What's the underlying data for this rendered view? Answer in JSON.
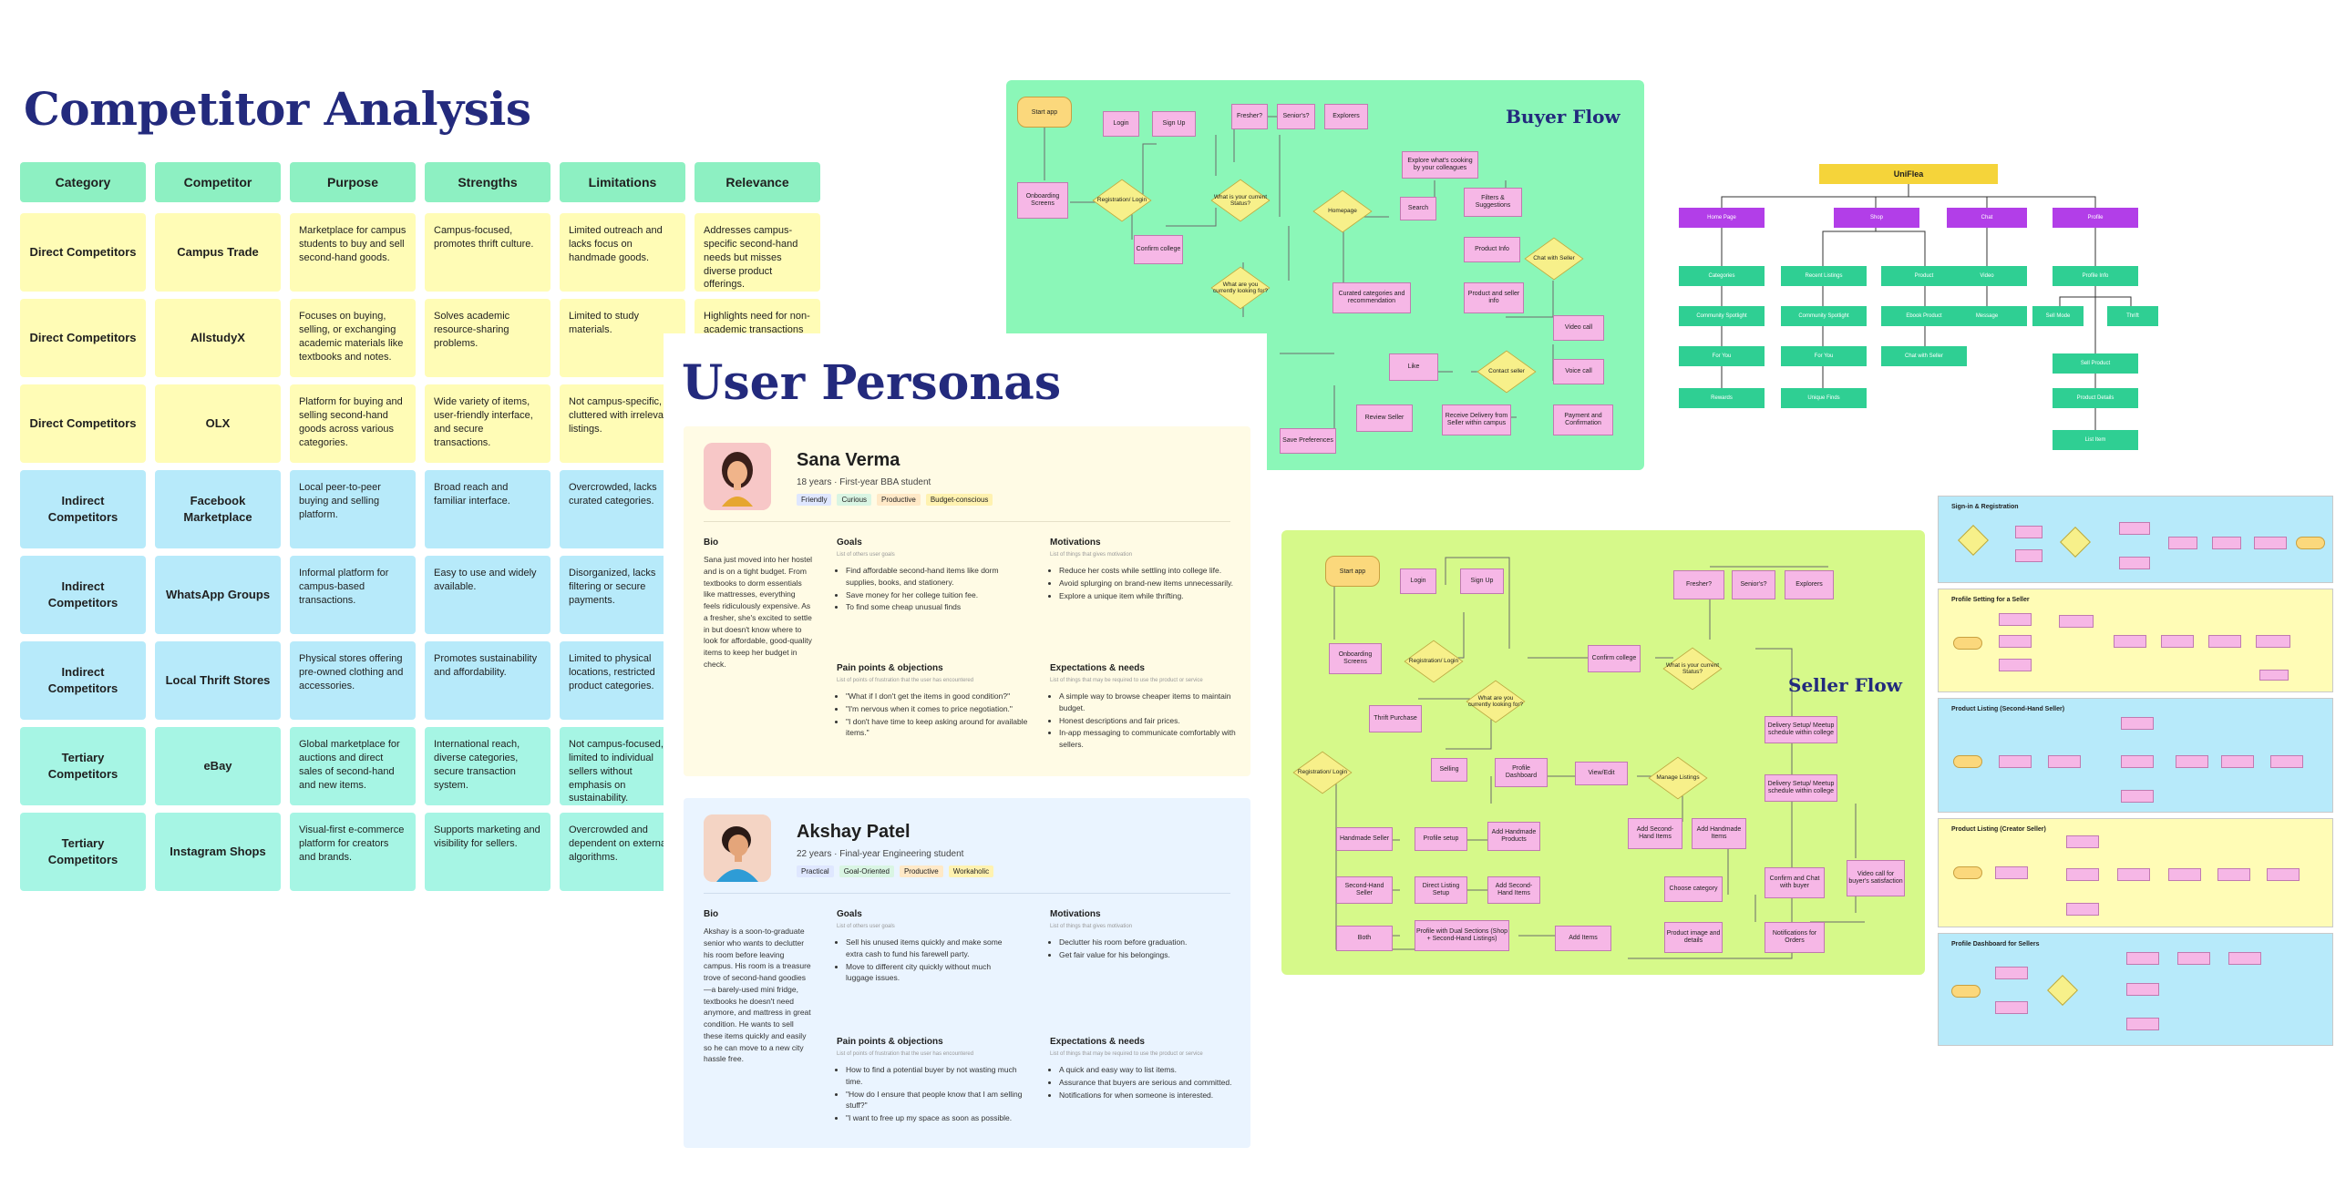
{
  "competitor": {
    "title": "Competitor Analysis",
    "headers": [
      "Category",
      "Competitor",
      "Purpose",
      "Strengths",
      "Limitations",
      "Relevance"
    ],
    "rows": [
      {
        "category": "Direct Competitors",
        "competitor": "Campus Trade",
        "purpose": "Marketplace for campus students to buy and sell second-hand goods.",
        "strengths": "Campus-focused, promotes thrift culture.",
        "limitations": "Limited outreach and lacks focus on handmade goods.",
        "relevance": "Addresses campus-specific second-hand needs but misses diverse product offerings.",
        "color": "#fffcb6"
      },
      {
        "category": "Direct Competitors",
        "competitor": "AllstudyX",
        "purpose": "Focuses on buying, selling, or exchanging academic materials like textbooks and notes.",
        "strengths": "Solves academic resource-sharing problems.",
        "limitations": "Limited to study materials.",
        "relevance": "Highlights need for non-academic transactions",
        "color": "#fffcb6"
      },
      {
        "category": "Direct Competitors",
        "competitor": "OLX",
        "purpose": "Platform for buying and selling second-hand goods across various categories.",
        "strengths": "Wide variety of items, user-friendly interface, and secure transactions.",
        "limitations": "Not campus-specific, cluttered with irrelevant listings.",
        "relevance": "",
        "color": "#fffcb6"
      },
      {
        "category": "Indirect Competitors",
        "competitor": "Facebook Marketplace",
        "purpose": "Local peer-to-peer buying and selling platform.",
        "strengths": "Broad reach and familiar interface.",
        "limitations": "Overcrowded, lacks curated categories.",
        "relevance": "",
        "color": "#b7eafa"
      },
      {
        "category": "Indirect Competitors",
        "competitor": "WhatsApp Groups",
        "purpose": "Informal platform for campus-based transactions.",
        "strengths": "Easy to use and widely available.",
        "limitations": "Disorganized, lacks filtering or secure payments.",
        "relevance": "",
        "color": "#b7eafa"
      },
      {
        "category": "Indirect Competitors",
        "competitor": "Local Thrift Stores",
        "purpose": "Physical stores offering pre-owned clothing and accessories.",
        "strengths": "Promotes sustainability and affordability.",
        "limitations": "Limited to physical locations, restricted product categories.",
        "relevance": "",
        "color": "#b7eafa"
      },
      {
        "category": "Tertiary Competitors",
        "competitor": "eBay",
        "purpose": "Global marketplace for auctions and direct sales of second-hand and new items.",
        "strengths": "International reach, diverse categories, secure transaction system.",
        "limitations": "Not campus-focused, limited to individual sellers without emphasis on sustainability.",
        "relevance": "",
        "color": "#a6f5e4"
      },
      {
        "category": "Tertiary Competitors",
        "competitor": "Instagram Shops",
        "purpose": "Visual-first e-commerce platform for creators and brands.",
        "strengths": "Supports marketing and visibility for sellers.",
        "limitations": "Overcrowded and dependent on external algorithms.",
        "relevance": "",
        "color": "#a6f5e4"
      }
    ]
  },
  "personas": {
    "title": "User Personas",
    "list": [
      {
        "name": "Sana Verma",
        "age": "18",
        "age_unit": "years",
        "role": "First-year BBA student",
        "tags": [
          "Friendly",
          "Curious",
          "Productive",
          "Budget-conscious"
        ],
        "bio_label": "Bio",
        "bio": "Sana just moved into her hostel and is on a tight budget. From textbooks to dorm essentials like mattresses, everything feels ridiculously expensive. As a fresher, she's excited to settle in but doesn't know where to look for affordable, good-quality items to keep her budget in check.",
        "goals_label": "Goals",
        "goals_sub": "List of others user goals",
        "goals": [
          "Find affordable second-hand items like dorm supplies, books, and stationery.",
          "Save money for her college tuition fee.",
          "To find some cheap unusual finds"
        ],
        "motivations_label": "Motivations",
        "motivations_sub": "List of things that gives motivation",
        "motivations": [
          "Reduce her costs while settling into college life.",
          "Avoid splurging on brand-new items unnecessarily.",
          "Explore a unique item while thrifting."
        ],
        "pain_label": "Pain points & objections",
        "pain_sub": "List of points of frustration that the user has encountered",
        "pain": [
          "\"What if I don't get the items in good condition?\"",
          "\"I'm nervous when it comes to price negotiation.\"",
          "\"I don't have time to keep asking around for available items.\""
        ],
        "expect_label": "Expectations & needs",
        "expect_sub": "List of things that may be required to use the product or service",
        "expect": [
          "A simple way to browse cheaper items to maintain budget.",
          "Honest descriptions and fair prices.",
          "In-app messaging to communicate comfortably with sellers."
        ]
      },
      {
        "name": "Akshay Patel",
        "age": "22",
        "age_unit": "years",
        "role": "Final-year Engineering student",
        "tags": [
          "Practical",
          "Goal-Oriented",
          "Productive",
          "Workaholic"
        ],
        "bio_label": "Bio",
        "bio": "Akshay is a soon-to-graduate senior who wants to declutter his room before leaving campus. His room is a treasure trove of second-hand goodies—a barely-used mini fridge, textbooks he doesn't need anymore, and mattress in great condition. He wants to sell these items quickly and easily so he can move to a new city hassle free.",
        "goals_label": "Goals",
        "goals_sub": "List of others user goals",
        "goals": [
          "Sell his unused items quickly and make some extra cash to fund his farewell party.",
          "Move to different city quickly without much luggage issues."
        ],
        "motivations_label": "Motivations",
        "motivations_sub": "List of things that gives motivation",
        "motivations": [
          "Declutter his room before graduation.",
          "Get fair value for his belongings."
        ],
        "pain_label": "Pain points & objections",
        "pain_sub": "List of points of frustration that the user has encountered",
        "pain": [
          "How to find a potential buyer by not wasting much time.",
          "\"How do I ensure that people know that I am selling stuff?\"",
          "\"I want to free up my space as soon as possible."
        ],
        "expect_label": "Expectations & needs",
        "expect_sub": "List of things that may be required to use the product or service",
        "expect": [
          "A quick and easy way to list items.",
          "Assurance that buyers are serious and committed.",
          "Notifications for when someone is interested."
        ]
      }
    ]
  },
  "buyer_flow": {
    "title": "Buyer Flow",
    "start": "Start app",
    "nodes": [
      "Login",
      "Sign Up",
      "Fresher?",
      "Senior's?",
      "Explorers",
      "Onboarding Screens",
      "Registration/ Login",
      "Confirm college",
      "What is your current Status?",
      "What are you currently looking for?",
      "Explore what's cooking by your colleagues",
      "Homepage",
      "Search",
      "Filters & Suggestions",
      "Product Info",
      "Curated categories and recommendation",
      "Product and seller info",
      "Chat with Seller",
      "Video call",
      "Like",
      "Contact seller",
      "Voice call",
      "Review Seller",
      "Receive Delivery from Seller within campus",
      "Payment and Confirmation",
      "Save Preferences"
    ]
  },
  "seller_flow": {
    "title": "Seller Flow",
    "start": "Start app",
    "nodes": [
      "Login",
      "Sign Up",
      "Fresher?",
      "Senior's?",
      "Explorers",
      "Onboarding Screens",
      "Registration/ Login",
      "Confirm college",
      "What is your current Status?",
      "What are you currently looking for?",
      "Thrift Purchase",
      "Registration/ Login",
      "Selling",
      "Profile Dashboard",
      "View/Edit",
      "Manage Listings",
      "Delivery Setup/ Meetup schedule within college",
      "Delivery Setup/ Meetup schedule within college",
      "Handmade Seller",
      "Profile setup",
      "Add Handmade Products",
      "Add Second-Hand Items",
      "Add Handmade Items",
      "Second-Hand Seller",
      "Direct Listing Setup",
      "Add Second-Hand Items",
      "Choose category",
      "Confirm and Chat with buyer",
      "Video call for buyer's satisfaction",
      "Both",
      "Profile with Dual Sections (Shop + Second-Hand Listings)",
      "Add Items",
      "Product image and details",
      "Notifications for Orders"
    ]
  },
  "sitemap": {
    "root": "UniFlea",
    "branches": [
      {
        "label": "Home Page",
        "children": [
          "Categories",
          "Community Spotlight",
          "For You",
          "Rewards"
        ]
      },
      {
        "label": "Shop",
        "children": [
          "Recent Listings",
          "Community Spotlight",
          "For You",
          "Unique Finds",
          "Product",
          "Ebook Product",
          "Chat with Seller"
        ]
      },
      {
        "label": "Chat",
        "children": [
          "Video",
          "Message"
        ]
      },
      {
        "label": "Profile",
        "children": [
          "Profile Info",
          "Sell Mode",
          "Thrift",
          "Sell Product",
          "Product Details",
          "List Item"
        ]
      }
    ]
  },
  "right_flows": {
    "panels": [
      {
        "title": "Sign-in & Registration",
        "color": "#b7eafa"
      },
      {
        "title": "Profile Setting for a Seller",
        "color": "#fffcb6"
      },
      {
        "title": "Product Listing  (Second-Hand Seller)",
        "color": "#b7eafa"
      },
      {
        "title": "Product Listing (Creator Seller)",
        "color": "#fffcb6"
      },
      {
        "title": "Profile Dashboard for Sellers",
        "color": "#b7eafa"
      }
    ]
  }
}
